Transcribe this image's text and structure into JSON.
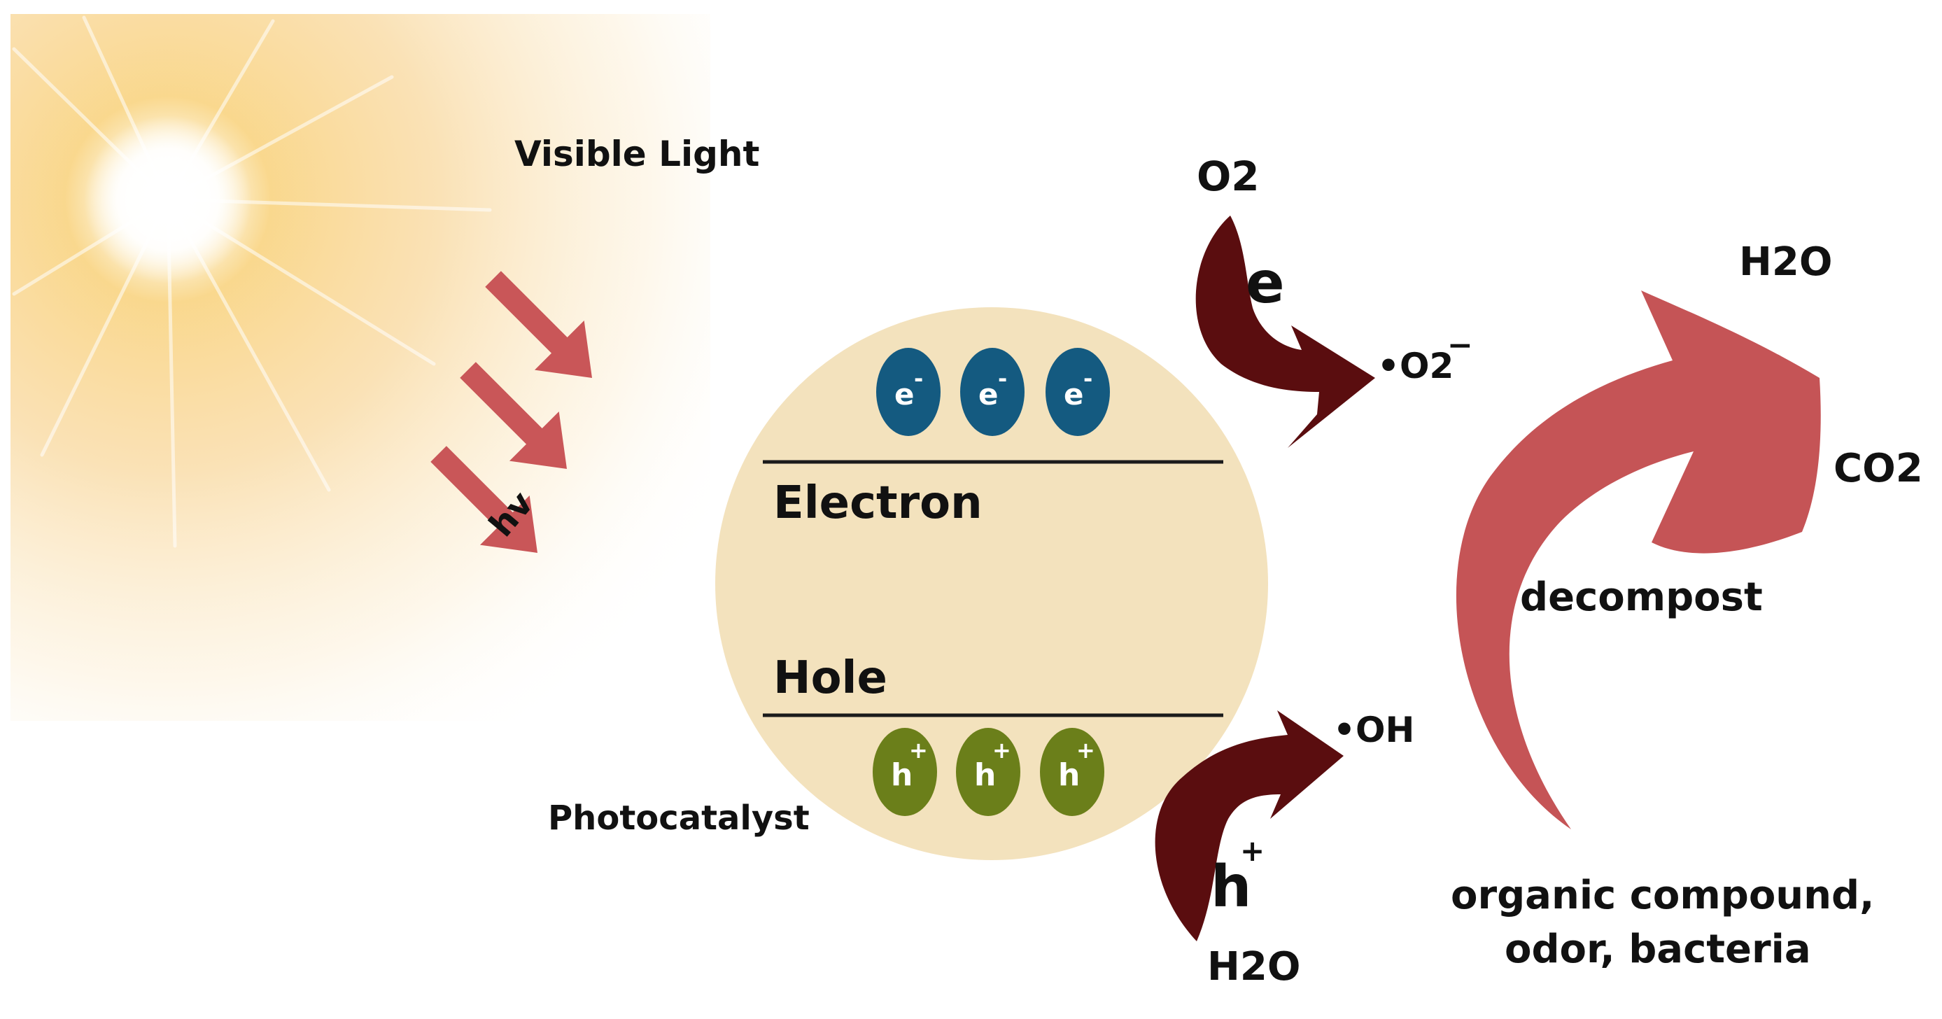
{
  "labels": {
    "visible_light": "Visible Light",
    "hv": "hv",
    "photocatalyst": "Photocatalyst",
    "electron": "Electron",
    "hole": "Hole",
    "o2": "O2",
    "e": "e",
    "superoxide": "•O2",
    "superoxide_charge": "−",
    "hydroxyl": "•OH",
    "h": "h",
    "h_charge": "+",
    "h2o_bottom": "H2O",
    "h2o_top": "H2O",
    "co2": "CO2",
    "decompost": "decompost",
    "organic_line1": "organic compound,",
    "organic_line2": "odor, bacteria"
  },
  "particles": {
    "electron_symbol": "e",
    "electron_charge": "-",
    "hole_symbol": "h",
    "hole_charge": "+"
  },
  "colors": {
    "sun_glow": "#f7c76a",
    "light_arrows": "#c95658",
    "photocatalyst_fill": "#f3e2bd",
    "electron_fill": "#145a80",
    "hole_fill": "#6b7f1a",
    "reaction_arrows": "#5a0d0f",
    "decompose_arrow": "#c55456"
  }
}
